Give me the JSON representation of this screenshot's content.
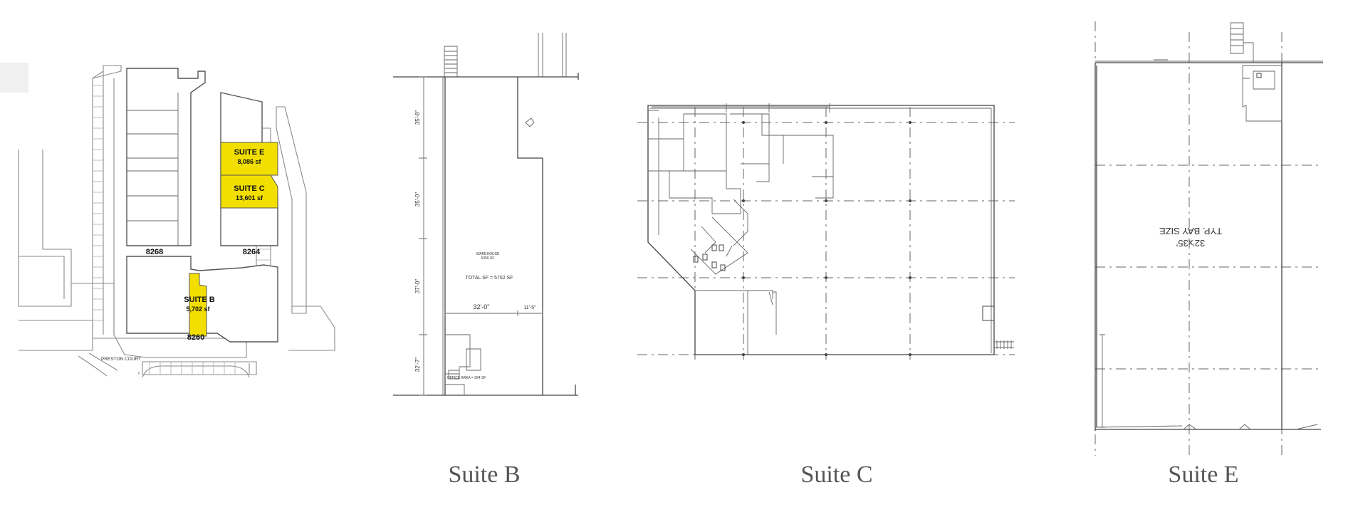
{
  "site_plan": {
    "buildings": [
      "8268",
      "8264",
      "8260"
    ],
    "suites": [
      {
        "name": "SUITE E",
        "area": "8,086 sf"
      },
      {
        "name": "SUITE C",
        "area": "13,601 sf"
      },
      {
        "name": "SUITE B",
        "area": "5,702 sf"
      }
    ],
    "street": "PRESTON COURT",
    "highlight_color": "#f2df00"
  },
  "plan_b": {
    "warehouse_label": "WAREHOUSE",
    "warehouse_area": "5356 SF",
    "total": "TOTAL SF = 5702 SF",
    "office": "OFFICE AREA = 364 SF",
    "dims": [
      "35'-8\"",
      "35'-0\"",
      "37'-0\"",
      "32'-7\"",
      "32'-0\"",
      "11'-5\""
    ]
  },
  "plan_e": {
    "bay_note": "TYP. BAY SIZE",
    "bay_size": "32'x35'"
  },
  "captions": [
    "Suite B",
    "Suite C",
    "Suite E"
  ]
}
